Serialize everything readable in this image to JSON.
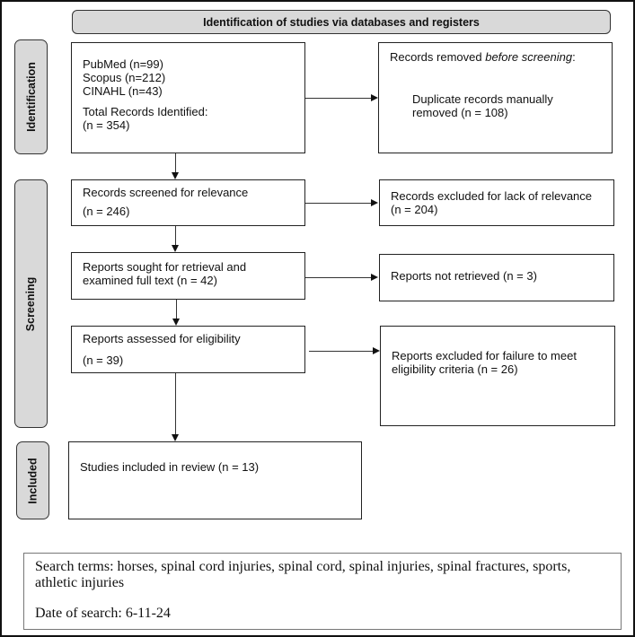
{
  "title": "Identification of studies via databases and registers",
  "phases": {
    "identification": "Identification",
    "screening": "Screening",
    "included": "Included"
  },
  "identification": {
    "sources": [
      "PubMed (n=99)",
      "Scopus (n=212)",
      "CINAHL (n=43)"
    ],
    "total_label": "Total Records Identified:",
    "total_value": "(n = 354)",
    "removed_prefix": "Records removed ",
    "removed_italic": "before screening",
    "removed_suffix": ":",
    "duplicates": "Duplicate records manually removed (n = 108)"
  },
  "screening": {
    "screened_label": "Records screened for relevance",
    "screened_value": "(n = 246)",
    "excluded": "Records excluded for lack of relevance (n = 204)",
    "sought": "Reports sought for retrieval and examined full text (n = 42)",
    "not_retrieved": "Reports not retrieved (n = 3)",
    "assessed_label": "Reports assessed for eligibility",
    "assessed_value": "(n = 39)",
    "excluded_eligibility": "Reports excluded for failure to meet eligibility criteria (n = 26)"
  },
  "included": {
    "studies": "Studies included in review (n = 13)"
  },
  "notes": {
    "search_terms": "Search terms: horses, spinal cord injuries, spinal cord, spinal injuries, spinal fractures, sports, athletic injuries",
    "date": "Date of search: 6-11-24"
  },
  "colors": {
    "phase_fill": "#d9d9d9",
    "border": "#222222"
  }
}
